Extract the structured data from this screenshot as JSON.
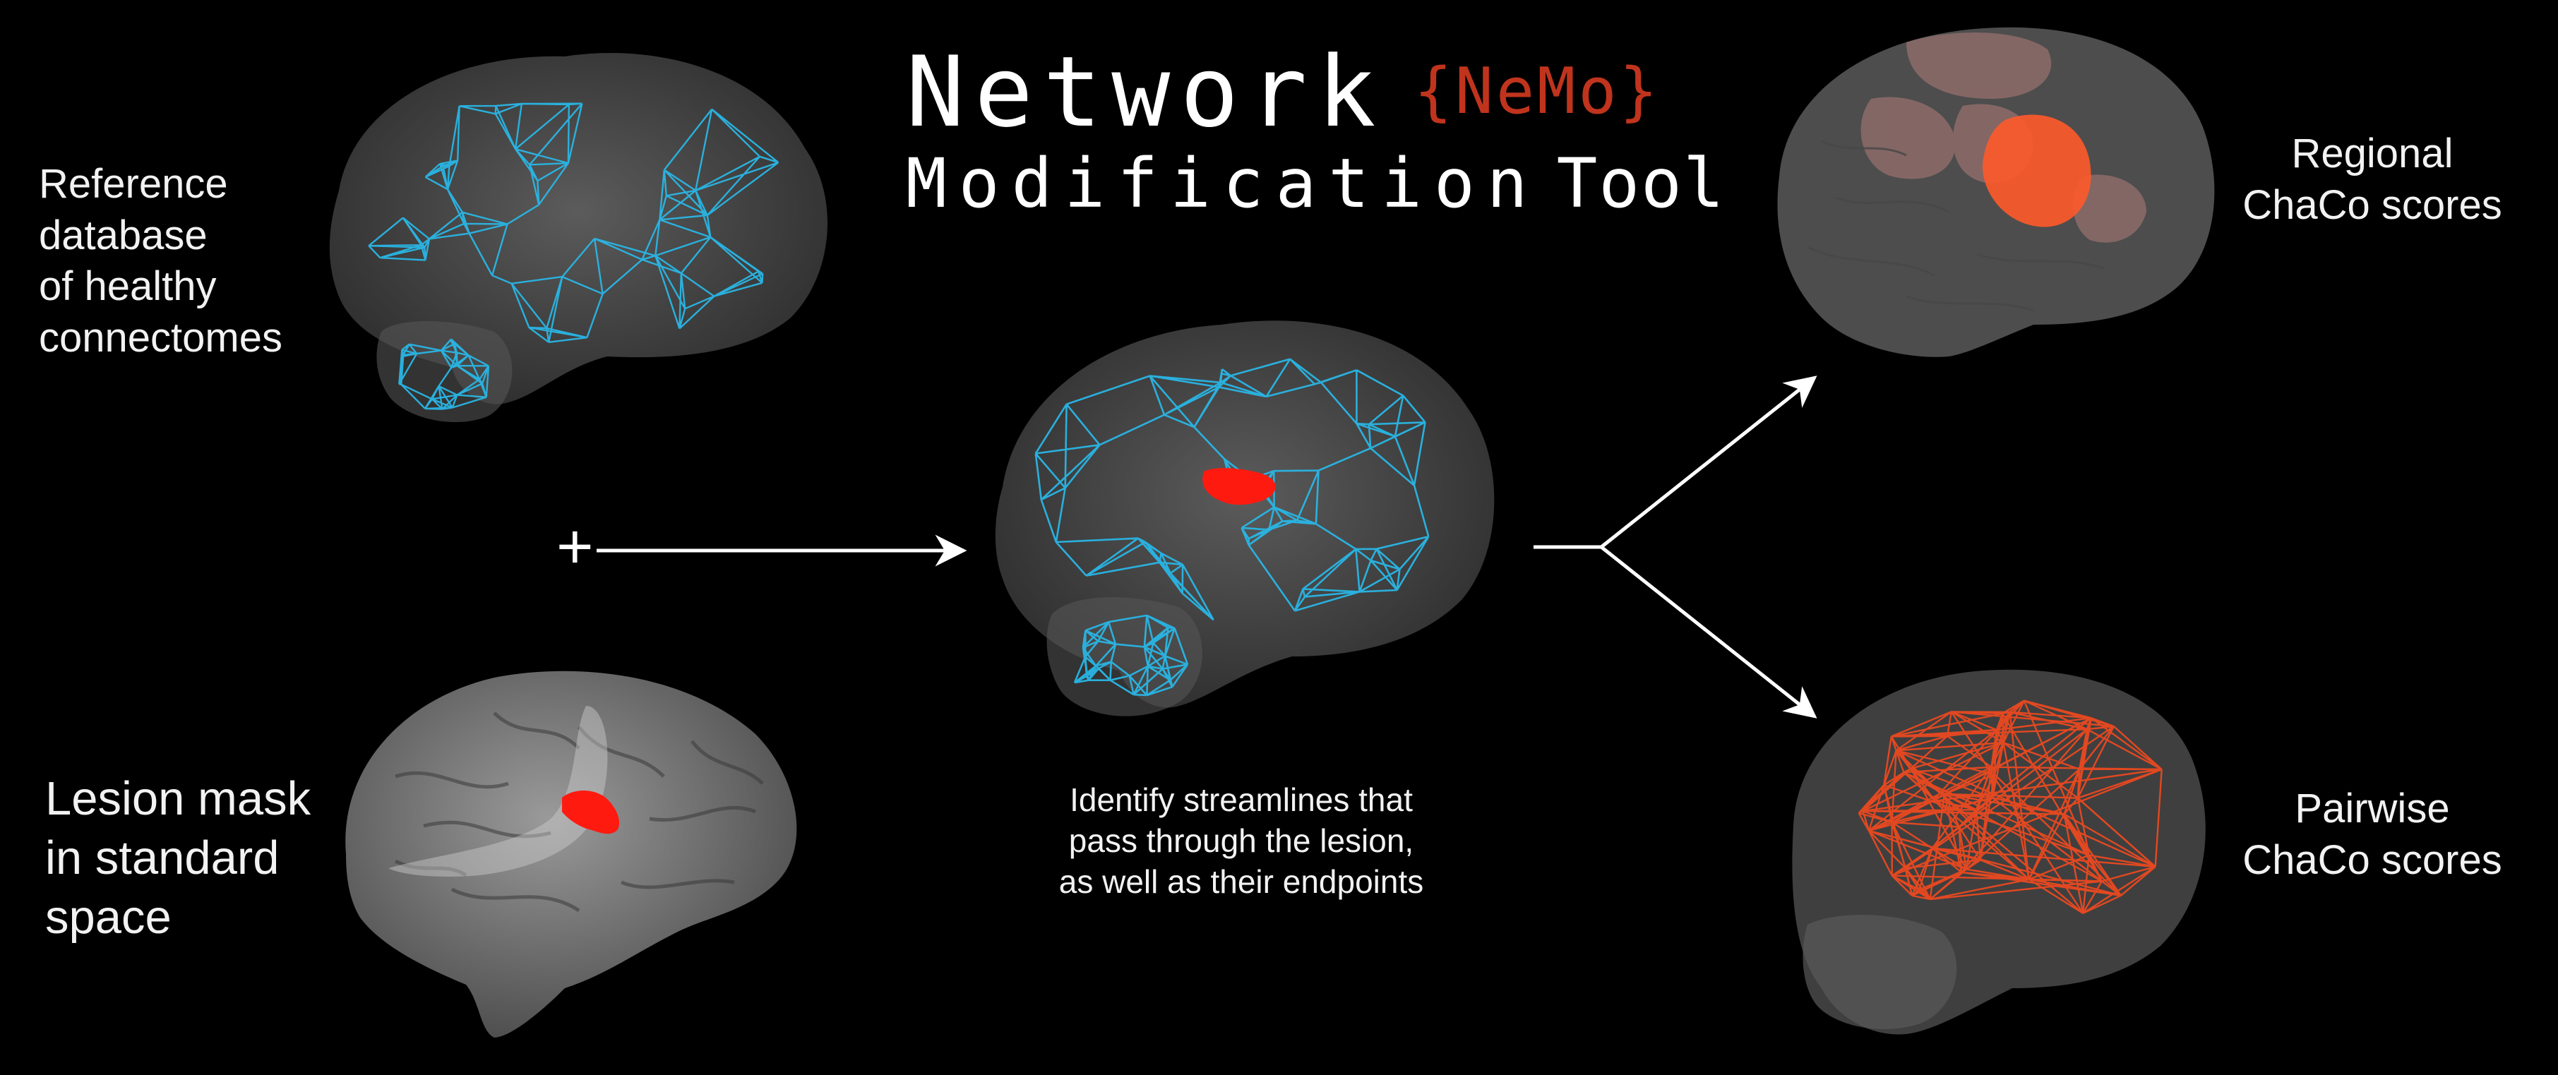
{
  "title": {
    "network": "Network",
    "nemo": "{NeMo}",
    "modification": "Modification",
    "tool": "Tool"
  },
  "labels": {
    "reference": [
      "Reference",
      "database",
      "of healthy",
      "connectomes"
    ],
    "lesion": [
      "Lesion mask",
      "in standard",
      "space"
    ],
    "identify": [
      "Identify streamlines that",
      "pass through the lesion,",
      "as well as their endpoints"
    ],
    "regional": [
      "Regional",
      "ChaCo scores"
    ],
    "pairwise": [
      "Pairwise",
      "ChaCo scores"
    ]
  },
  "plus_symbol": "+",
  "colors": {
    "background": "#000000",
    "accent_nemo": "#c0341d",
    "connectome_cyan": "#29b6e6",
    "lesion_red": "#ff1a10",
    "chaco_orange": "#ff4a1c"
  }
}
